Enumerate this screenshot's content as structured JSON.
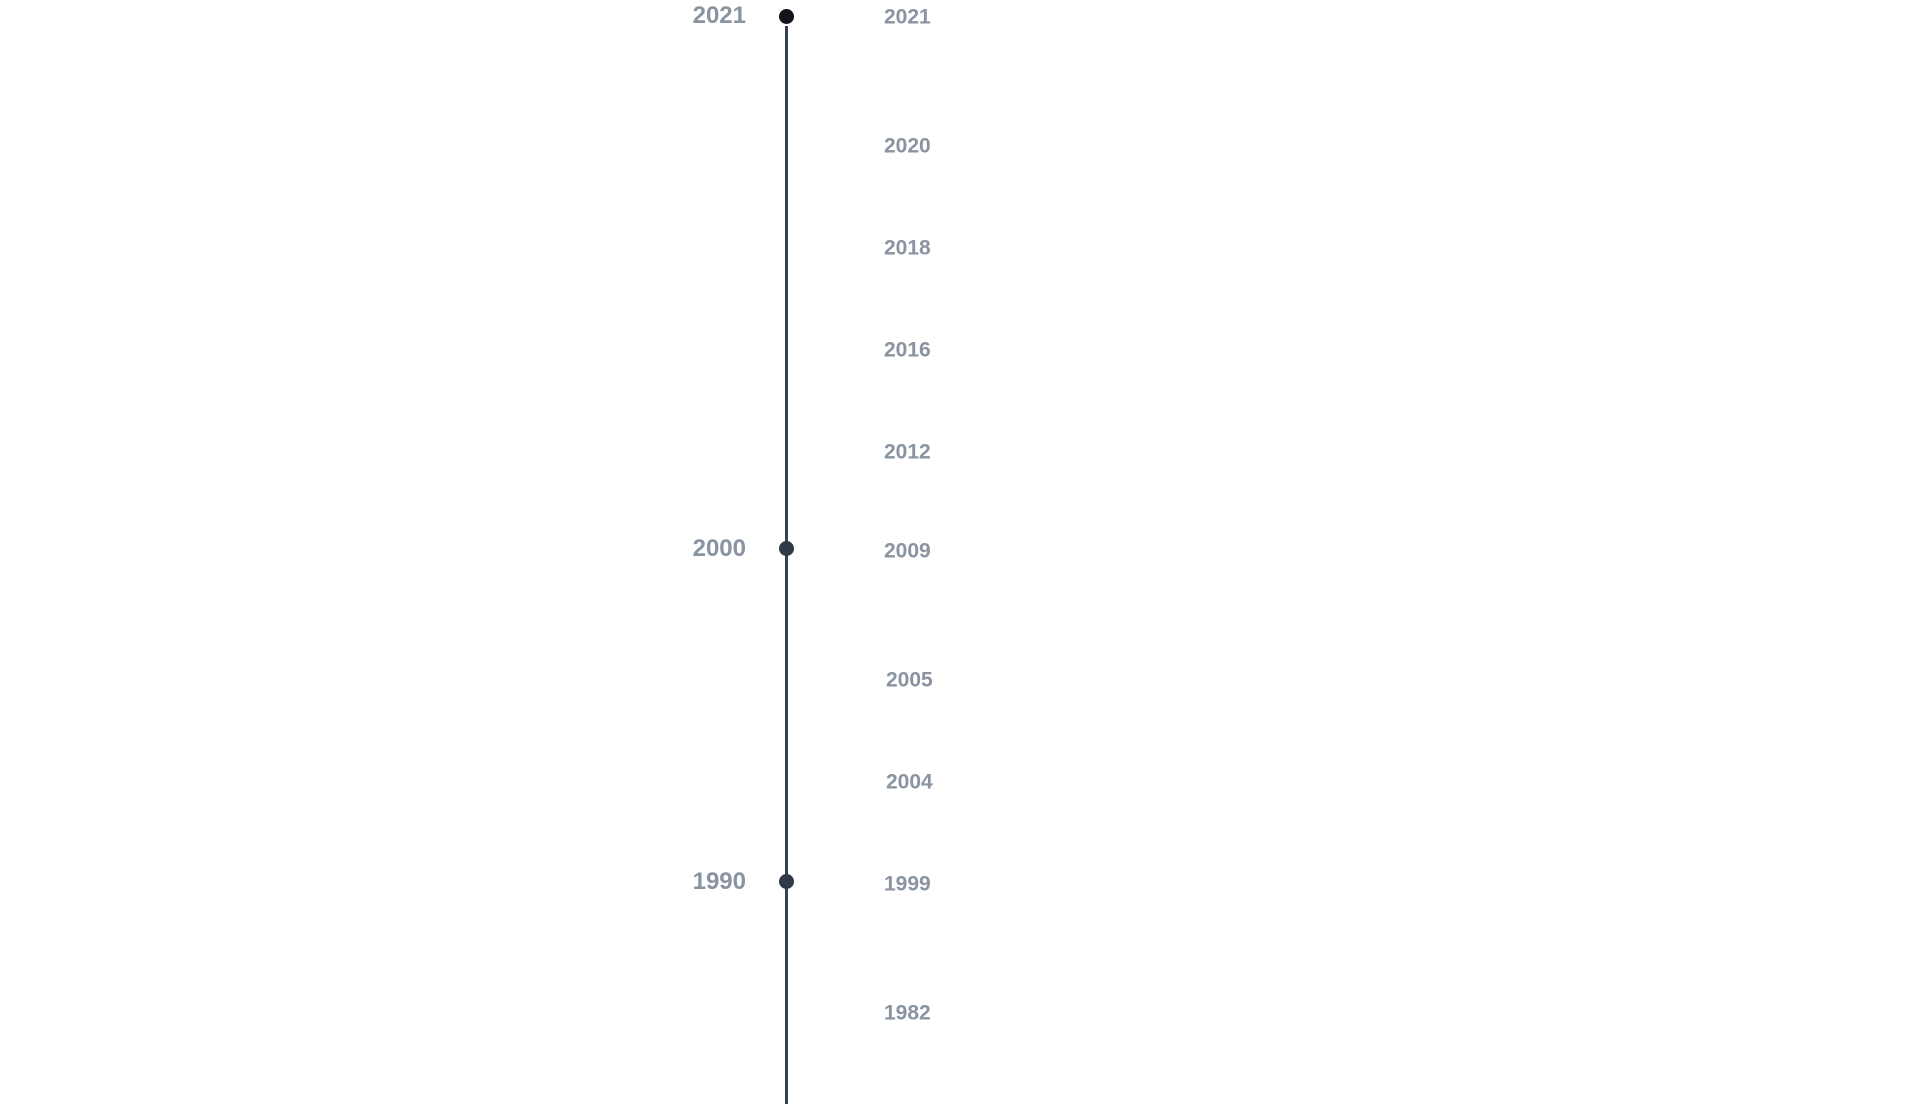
{
  "timeline": {
    "colors": {
      "line": "#374151",
      "dot": "#2f3947",
      "dot_top": "#111418",
      "label": "#8a93a0"
    },
    "milestones": [
      {
        "label": "2021"
      },
      {
        "label": "2000"
      },
      {
        "label": "1990"
      }
    ],
    "events": [
      {
        "label": "2021"
      },
      {
        "label": "2020"
      },
      {
        "label": "2018"
      },
      {
        "label": "2016"
      },
      {
        "label": "2012"
      },
      {
        "label": "2009"
      },
      {
        "label": "2005"
      },
      {
        "label": "2004"
      },
      {
        "label": "1999"
      },
      {
        "label": "1982"
      }
    ]
  }
}
